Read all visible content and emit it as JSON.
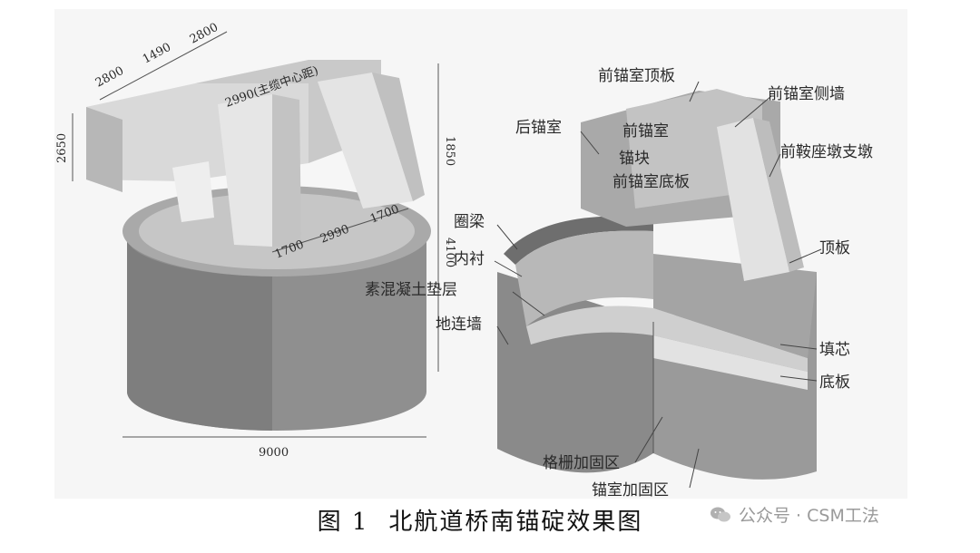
{
  "caption": {
    "figure_no": "图 1",
    "title": "北航道桥南锚碇效果图"
  },
  "watermark": {
    "text": "公众号 · CSM工法",
    "icon": "wechat-icon"
  },
  "left_dims": {
    "top_2800_a": "2800",
    "top_1490": "1490",
    "top_2800_b": "2800",
    "left_2650": "2650",
    "slant_2990": "2990(主缆中心距)",
    "bottom_1700": "1700",
    "bottom_2990": "2990",
    "bottom_1700_b": "1700",
    "right_1850": "1850",
    "right_4100": "4100",
    "base_9000": "9000"
  },
  "right_labels": {
    "front_roof": "前锚室顶板",
    "front_side_wall": "前锚室侧墙",
    "rear_chamber": "后锚室",
    "front_chamber": "前锚室",
    "anchor_block": "锚块",
    "front_floor": "前锚室底板",
    "front_bracket": "前鞍座墩支墩",
    "ring_beam": "圈梁",
    "liner": "内衬",
    "cushion": "素混凝土垫层",
    "diaphragm_wall": "地连墙",
    "top_slab": "顶板",
    "fill_core": "填芯",
    "bottom_slab": "底板",
    "grid_zone": "格栅加固区",
    "anchor_zone": "锚室加固区"
  },
  "colors": {
    "shade_dark": "#8c8c8c",
    "shade_mid": "#b5b5b5",
    "shade_light": "#dcdcdc",
    "ink": "#2a2a2a"
  }
}
